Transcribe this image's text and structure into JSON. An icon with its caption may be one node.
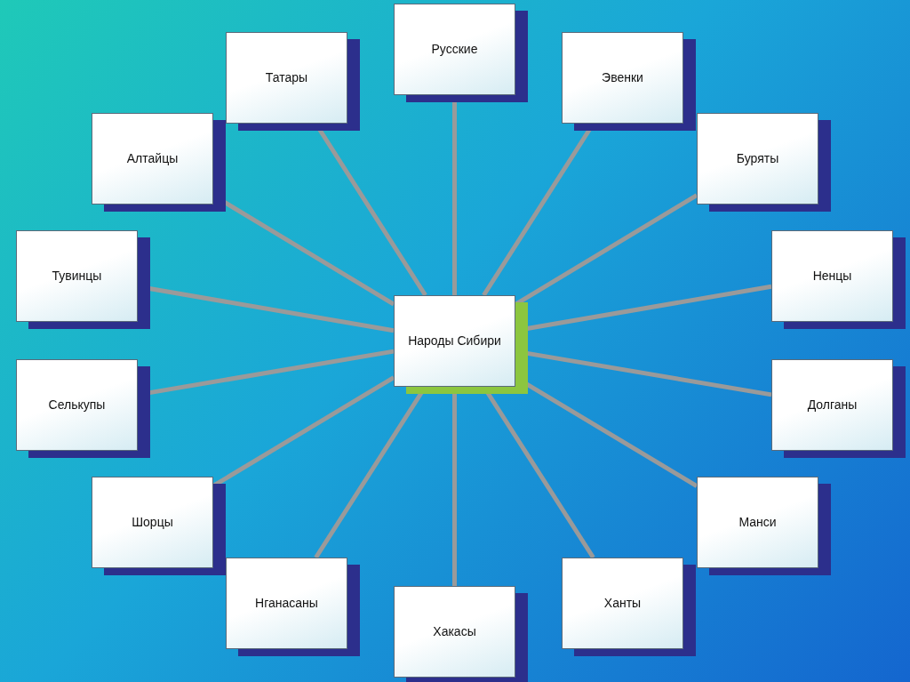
{
  "diagram": {
    "nodes": [
      {
        "text": [
          "Народы Сибири"
        ]
      },
      {
        "text": [
          "Русские"
        ]
      },
      {
        "text": [
          "Татары"
        ]
      },
      {
        "text": [
          "Эвенки"
        ]
      },
      {
        "text": [
          "Алтайцы"
        ]
      },
      {
        "text": [
          "Буряты"
        ]
      },
      {
        "text": [
          "Тувинцы"
        ]
      },
      {
        "text": [
          "Ненцы"
        ]
      },
      {
        "text": [
          "Селькупы"
        ]
      },
      {
        "text": [
          "Долганы"
        ]
      },
      {
        "text": [
          "Шорцы"
        ]
      },
      {
        "text": [
          "Манси"
        ]
      },
      {
        "text": [
          "Нганасаны"
        ]
      },
      {
        "text": [
          "Ханты"
        ]
      },
      {
        "text": [
          "Хакасы"
        ]
      }
    ],
    "edges": [
      {
        "from": 0,
        "to": 1,
        "arrow": "none"
      },
      {
        "from": 0,
        "to": 2,
        "arrow": "none"
      },
      {
        "from": 0,
        "to": 3,
        "arrow": "none"
      },
      {
        "from": 0,
        "to": 4,
        "arrow": "none"
      },
      {
        "from": 0,
        "to": 5,
        "arrow": "none"
      },
      {
        "from": 0,
        "to": 6,
        "arrow": "none"
      },
      {
        "from": 0,
        "to": 7,
        "arrow": "none"
      },
      {
        "from": 0,
        "to": 8,
        "arrow": "none"
      },
      {
        "from": 0,
        "to": 9,
        "arrow": "none"
      },
      {
        "from": 0,
        "to": 10,
        "arrow": "none"
      },
      {
        "from": 0,
        "to": 11,
        "arrow": "none"
      },
      {
        "from": 0,
        "to": 12,
        "arrow": "none"
      },
      {
        "from": 0,
        "to": 13,
        "arrow": "none"
      },
      {
        "from": 0,
        "to": 14,
        "arrow": "none"
      }
    ]
  }
}
